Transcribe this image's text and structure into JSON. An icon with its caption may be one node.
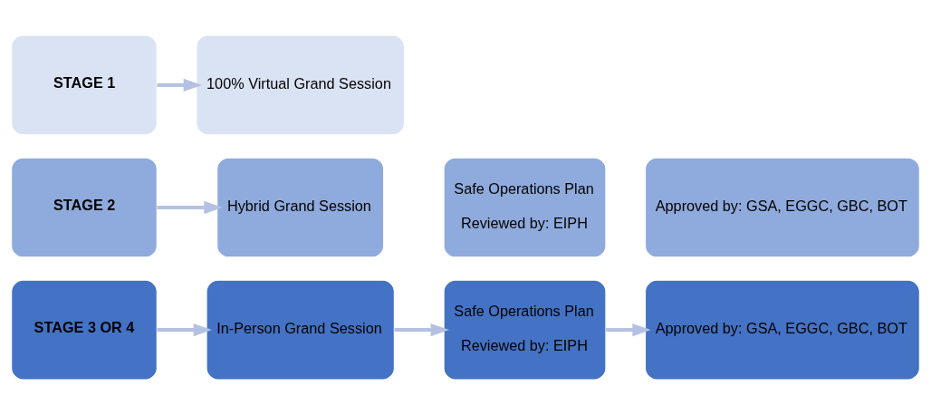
{
  "diagram": {
    "nodes": [
      {
        "text": [
          "STAGE 3 OR 4"
        ]
      },
      {
        "text": [
          "In-Person Grand Session"
        ]
      },
      {
        "text": [
          "Safe Operations Plan",
          "Reviewed by: EIPH"
        ]
      },
      {
        "text": [
          "Approved by: GSA, EGGC, GBC, BOT"
        ]
      },
      {
        "text": [
          "STAGE 2"
        ]
      },
      {
        "text": [
          "Hybrid Grand Session"
        ]
      },
      {
        "text": [
          "Safe Operations Plan",
          "Reviewed by: EIPH"
        ]
      },
      {
        "text": [
          "Approved by: GSA, EGGC, GBC, BOT"
        ]
      },
      {
        "text": [
          "STAGE 1"
        ]
      },
      {
        "text": [
          "100% Virtual Grand Session"
        ]
      }
    ],
    "edges": [
      {
        "from": 0,
        "to": 1,
        "arrow": "to"
      },
      {
        "from": 1,
        "to": 2,
        "arrow": "to"
      },
      {
        "from": 2,
        "to": 3,
        "arrow": "to"
      },
      {
        "from": 4,
        "to": 5,
        "arrow": "to"
      },
      {
        "from": 8,
        "to": 9,
        "arrow": "to"
      }
    ]
  }
}
